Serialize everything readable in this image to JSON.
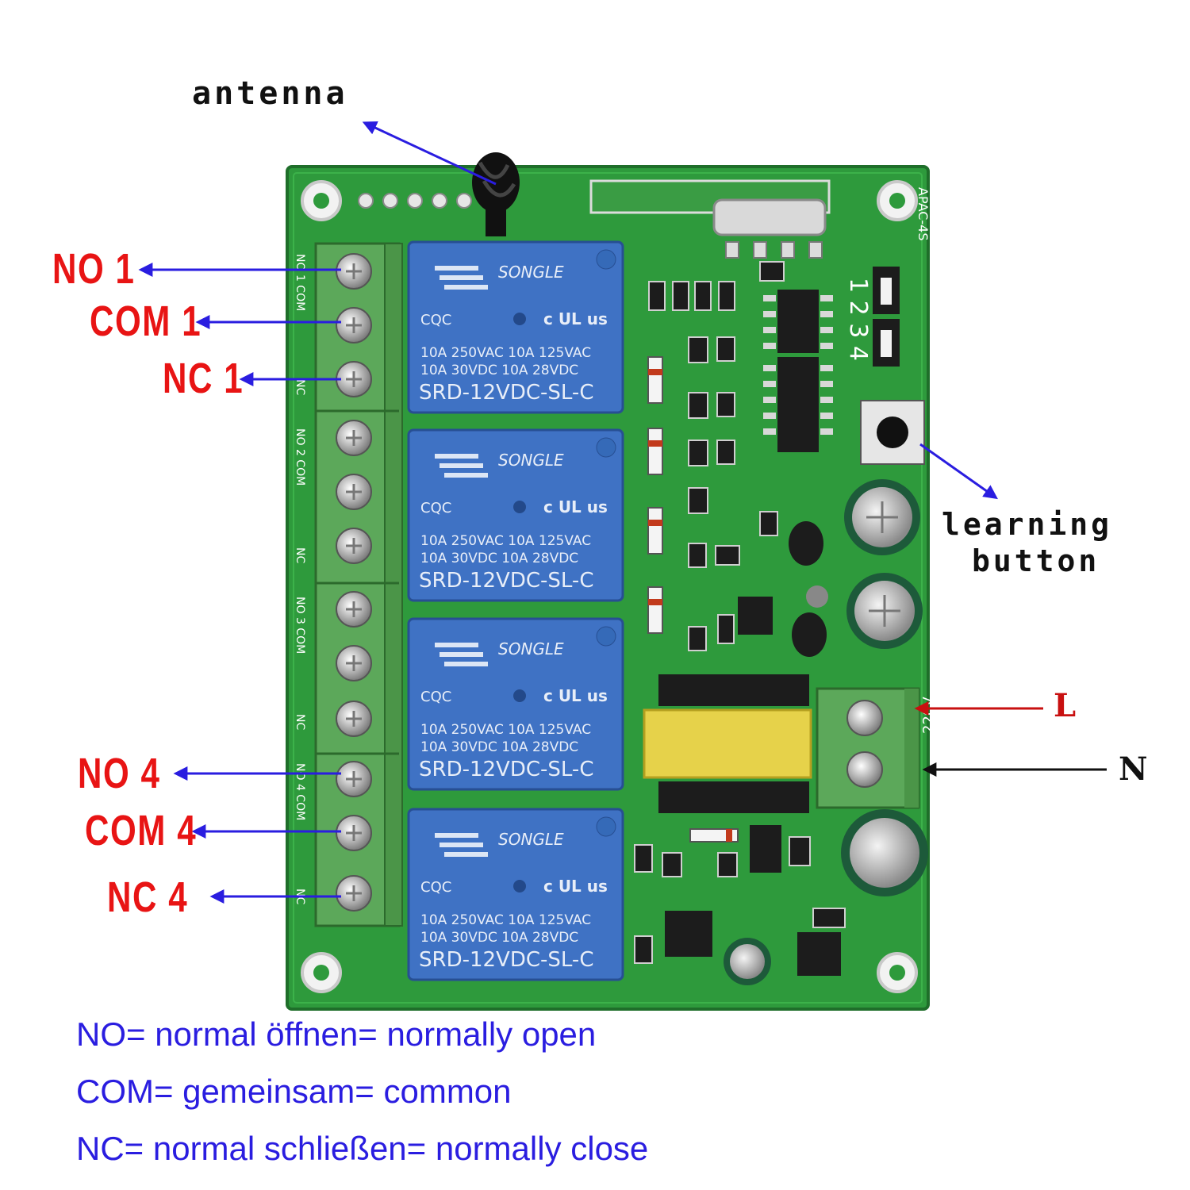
{
  "labels": {
    "antenna": "antenna",
    "learning_button": [
      "learning",
      "button"
    ],
    "live": "L",
    "neutral": "N"
  },
  "pins": {
    "no1": "NO 1",
    "com1": "COM 1",
    "nc1": "NC 1",
    "no4": "NO 4",
    "com4": "COM 4",
    "nc4": "NC 4"
  },
  "board": {
    "model": "APAC-4S",
    "voltage": "220V",
    "jumper_numbers": [
      "1",
      "2",
      "3",
      "4"
    ],
    "silk_left": [
      "NO 1 COM",
      "NC",
      "NO 2 COM",
      "NC",
      "NO 3 COM",
      "NC",
      "NO 4 COM",
      "NC"
    ],
    "relay": {
      "brand": "SONGLE",
      "cert_cqc": "CQC",
      "cert_ul": "c UL us",
      "rating_row1": "10A 250VAC   10A 125VAC",
      "rating_row2": "10A  30VDC   10A  28VDC",
      "model": "SRD-12VDC-SL-C"
    }
  },
  "legend": [
    "NO= normal öffnen= normally open",
    "COM= gemeinsam= common",
    "NC= normal schließen= normally close"
  ],
  "colors": {
    "pcb_green": "#2e9a3c",
    "relay_blue": "#3f72c4",
    "terminal_green": "#5ca85a",
    "arrow_blue": "#2a1de0",
    "label_red": "#e81414"
  }
}
